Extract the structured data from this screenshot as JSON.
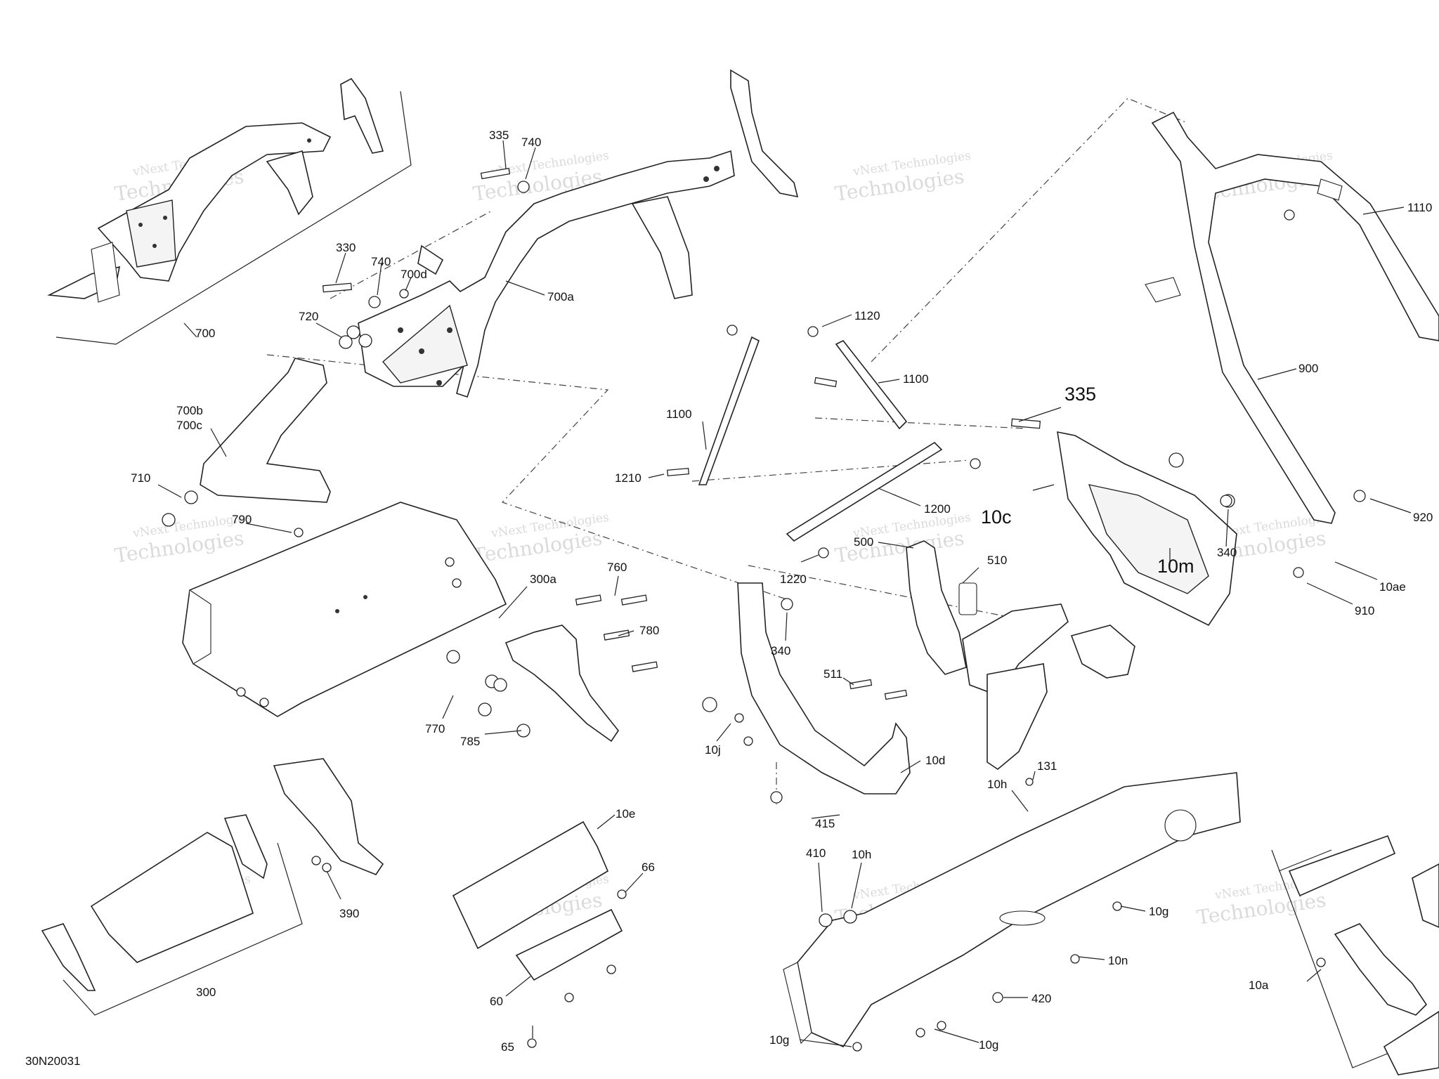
{
  "diagram_ref": "30N20031",
  "watermark": {
    "line1": "vNext Technologies",
    "line2": "Technologies"
  },
  "callouts": [
    {
      "id": "c-700",
      "label": "700"
    },
    {
      "id": "c-335a",
      "label": "335"
    },
    {
      "id": "c-740a",
      "label": "740"
    },
    {
      "id": "c-330",
      "label": "330"
    },
    {
      "id": "c-740b",
      "label": "740"
    },
    {
      "id": "c-700d",
      "label": "700d"
    },
    {
      "id": "c-700a",
      "label": "700a"
    },
    {
      "id": "c-720",
      "label": "720"
    },
    {
      "id": "c-700b",
      "label": "700b"
    },
    {
      "id": "c-700c",
      "label": "700c"
    },
    {
      "id": "c-710",
      "label": "710"
    },
    {
      "id": "c-790",
      "label": "790"
    },
    {
      "id": "c-1120",
      "label": "1120"
    },
    {
      "id": "c-1100a",
      "label": "1100"
    },
    {
      "id": "c-1100b",
      "label": "1100"
    },
    {
      "id": "c-1210",
      "label": "1210"
    },
    {
      "id": "c-1200",
      "label": "1200"
    },
    {
      "id": "c-1220",
      "label": "1220"
    },
    {
      "id": "c-335b",
      "label": "335"
    },
    {
      "id": "c-10c",
      "label": "10c"
    },
    {
      "id": "c-10m",
      "label": "10m"
    },
    {
      "id": "c-1110",
      "label": "1110"
    },
    {
      "id": "c-900",
      "label": "900"
    },
    {
      "id": "c-920",
      "label": "920"
    },
    {
      "id": "c-340a",
      "label": "340"
    },
    {
      "id": "c-10ae",
      "label": "10ae"
    },
    {
      "id": "c-910",
      "label": "910"
    },
    {
      "id": "c-300a",
      "label": "300a"
    },
    {
      "id": "c-760",
      "label": "760"
    },
    {
      "id": "c-780",
      "label": "780"
    },
    {
      "id": "c-770",
      "label": "770"
    },
    {
      "id": "c-785",
      "label": "785"
    },
    {
      "id": "c-500",
      "label": "500"
    },
    {
      "id": "c-510",
      "label": "510"
    },
    {
      "id": "c-340b",
      "label": "340"
    },
    {
      "id": "c-511",
      "label": "511"
    },
    {
      "id": "c-10j",
      "label": "10j"
    },
    {
      "id": "c-10d",
      "label": "10d"
    },
    {
      "id": "c-131",
      "label": "131"
    },
    {
      "id": "c-10h-a",
      "label": "10h"
    },
    {
      "id": "c-415",
      "label": "415"
    },
    {
      "id": "c-410",
      "label": "410"
    },
    {
      "id": "c-10h-b",
      "label": "10h"
    },
    {
      "id": "c-10g-a",
      "label": "10g"
    },
    {
      "id": "c-10n",
      "label": "10n"
    },
    {
      "id": "c-420",
      "label": "420"
    },
    {
      "id": "c-10g-b",
      "label": "10g"
    },
    {
      "id": "c-10g-c",
      "label": "10g"
    },
    {
      "id": "c-10a",
      "label": "10a"
    },
    {
      "id": "c-390",
      "label": "390"
    },
    {
      "id": "c-300",
      "label": "300"
    },
    {
      "id": "c-10e",
      "label": "10e"
    },
    {
      "id": "c-66",
      "label": "66"
    },
    {
      "id": "c-60",
      "label": "60"
    },
    {
      "id": "c-65",
      "label": "65"
    }
  ]
}
